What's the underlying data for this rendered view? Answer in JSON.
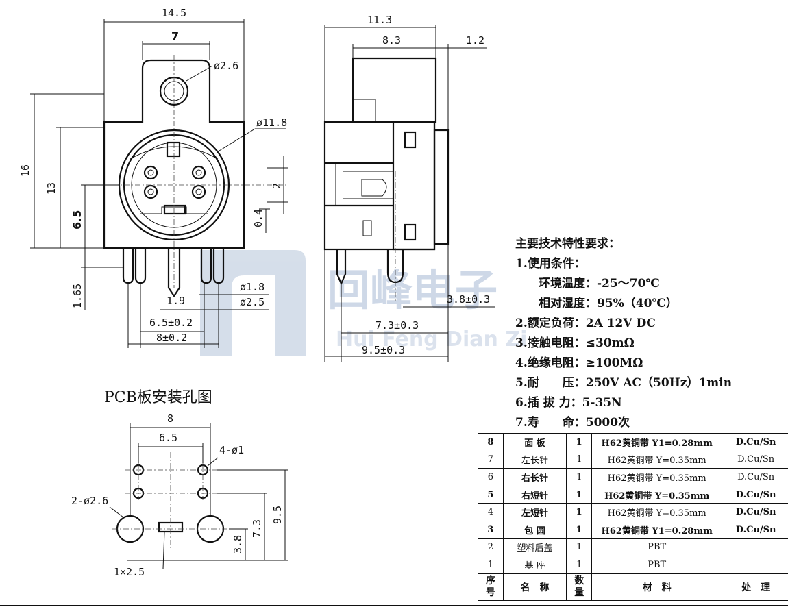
{
  "front_view": {
    "dim_width_total": "14.5",
    "dim_top_width": "7",
    "dim_hole_dia": "ø2.6",
    "dim_body_dia": "ø11.8",
    "dim_height_total": "16",
    "dim_height_body": "13",
    "dim_height_center": "6.5",
    "dim_pin_pitch": "2",
    "dim_offset": "0.4",
    "dim_pin_len": "1.65",
    "dim_pin_dia_small": "ø1.8",
    "dim_pin_dia_large": "ø2.5",
    "dim_pin_spacing_a": "1.9",
    "dim_pin_spacing_b": "6.5±0.2",
    "dim_pin_spacing_c": "8±0.2"
  },
  "side_view": {
    "dim_depth_total": "11.3",
    "dim_depth_body": "8.3",
    "dim_flange": "1.2",
    "dim_pin_offset_a": "3.8±0.3",
    "dim_pin_offset_b": "7.3±0.3",
    "dim_pin_offset_c": "9.5±0.3"
  },
  "watermark": {
    "cn": "回峰电子",
    "en": "Hui Feng Dian Zi"
  },
  "specs": {
    "title": "主要技术特性要求：",
    "lines": [
      "1.使用条件：",
      "环境温度：-25～70℃",
      "相对湿度：95%（40℃）",
      "2.额定负荷：2A 12V DC",
      "3.接触电阻：≤30mΩ",
      "4.绝缘电阻：≥100MΩ",
      "5.耐　　压：250V AC（50Hz）1min",
      "6.插 拔 力：5-35N",
      "7.寿　　命：5000次"
    ]
  },
  "pcb": {
    "title": "PCB板安装孔图",
    "dim_width": "8",
    "dim_pitch": "6.5",
    "dim_small_holes": "4-ø1",
    "dim_large_holes": "2-ø2.6",
    "dim_slot": "1×2.5",
    "dim_h1": "3.8",
    "dim_h2": "7.3",
    "dim_h3": "9.5"
  },
  "bom": {
    "rows": [
      {
        "no": "8",
        "name": "面 板",
        "qty": "1",
        "material": "H62黄铜带 Y1=0.28mm",
        "finish": "D.Cu/Sn",
        "bold": true
      },
      {
        "no": "7",
        "name": "左长针",
        "qty": "1",
        "material": "H62黄铜带 Y=0.35mm",
        "finish": "D.Cu/Sn",
        "bold": false
      },
      {
        "no": "6",
        "name": "右长针",
        "qty": "1",
        "material": "H62黄铜带 Y=0.35mm",
        "finish": "D.Cu/Sn",
        "bold": false
      },
      {
        "no": "5",
        "name": "右短针",
        "qty": "1",
        "material": "H62黄铜带 Y=0.35mm",
        "finish": "D.Cu/Sn",
        "bold": true
      },
      {
        "no": "4",
        "name": "左短针",
        "qty": "1",
        "material": "H62黄铜带 Y=0.35mm",
        "finish": "D.Cu/Sn",
        "bold": false
      },
      {
        "no": "3",
        "name": "包 圆",
        "qty": "1",
        "material": "H62黄铜带 Y1=0.28mm",
        "finish": "D.Cu/Sn",
        "bold": true
      },
      {
        "no": "2",
        "name": "塑料后盖",
        "qty": "1",
        "material": "PBT",
        "finish": "",
        "bold": false
      },
      {
        "no": "1",
        "name": "基 座",
        "qty": "1",
        "material": "PBT",
        "finish": "",
        "bold": false
      }
    ],
    "header": {
      "no_a": "序",
      "no_b": "号",
      "name": "名　称",
      "qty_a": "数",
      "qty_b": "量",
      "material": "材　料",
      "finish": "处　理"
    }
  }
}
